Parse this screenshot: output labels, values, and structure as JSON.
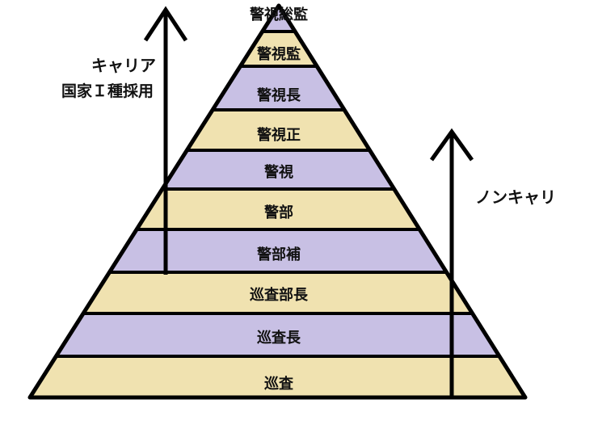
{
  "pyramid": {
    "levels": [
      {
        "label": "警視総監",
        "fill": "#c8c0e4"
      },
      {
        "label": "警視監",
        "fill": "#f0e2b0"
      },
      {
        "label": "警視長",
        "fill": "#c8c0e4"
      },
      {
        "label": "警視正",
        "fill": "#f0e2b0"
      },
      {
        "label": "警視",
        "fill": "#c8c0e4"
      },
      {
        "label": "警部",
        "fill": "#f0e2b0"
      },
      {
        "label": "警部補",
        "fill": "#c8c0e4"
      },
      {
        "label": "巡査部長",
        "fill": "#f0e2b0"
      },
      {
        "label": "巡査長",
        "fill": "#c8c0e4"
      },
      {
        "label": "巡査",
        "fill": "#f0e2b0"
      }
    ],
    "outline_color": "#000000"
  },
  "career": {
    "line1": "キャリア",
    "line2": "国家Ｉ種採用"
  },
  "noncareer": {
    "label": "ノンキャリ"
  }
}
